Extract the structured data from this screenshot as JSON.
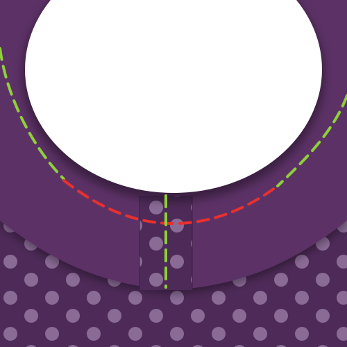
{
  "illustration": {
    "subject": "sewing-neckline-facing",
    "colors": {
      "fabric": "#5b3266",
      "fabric_dark": "#4d2a57",
      "polka_dot": "#8a6b96",
      "neck_opening": "#ffffff",
      "stitch_green": "#8fd03a",
      "stitch_red": "#e8302f",
      "seam_line": "#3e1f47"
    },
    "icons": [
      "polka-dot-pattern",
      "stitch-line",
      "neck-opening"
    ]
  }
}
